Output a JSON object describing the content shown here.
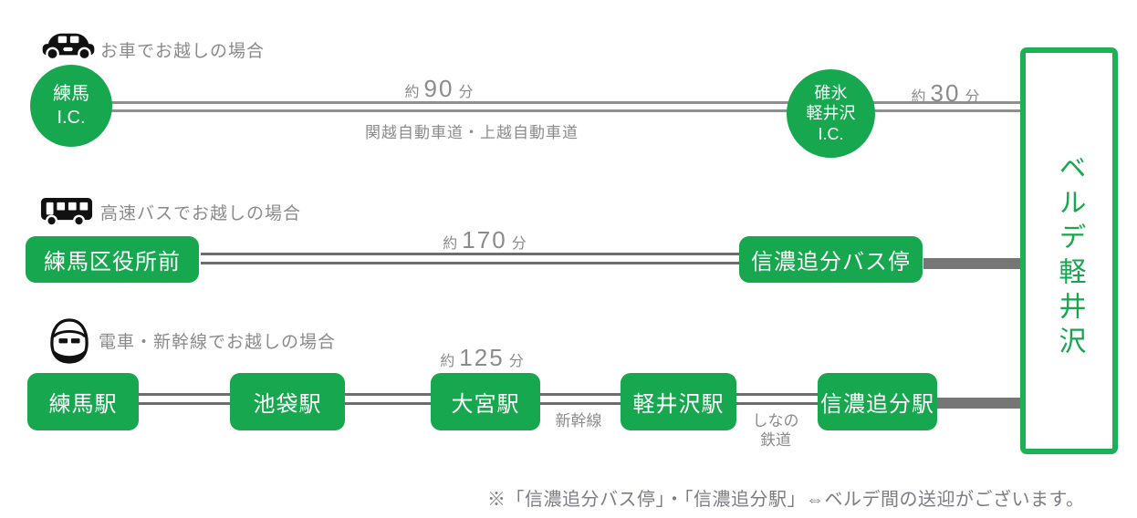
{
  "colors": {
    "node_green": "#17a74e",
    "border_green": "#1db156",
    "heading_gray": "#8a8a8a",
    "line_gray": "#8f8f8f",
    "connector_gray": "#6d6d6d",
    "bar_gray": "#767676",
    "icon_black": "#111111"
  },
  "car": {
    "icon": "car-icon",
    "heading": "お車でお越しの場合",
    "origin": {
      "line1": "練馬",
      "line2": "I.C."
    },
    "interchange": {
      "line1": "碓氷",
      "line2": "軽井沢",
      "line3": "I.C."
    },
    "leg1": {
      "prefix": "約",
      "minutes": "90",
      "suffix": "分",
      "via": "関越自動車道・上越自動車道"
    },
    "leg2": {
      "prefix": "約",
      "minutes": "30",
      "suffix": "分"
    }
  },
  "bus": {
    "icon": "bus-icon",
    "heading": "高速バスでお越しの場合",
    "origin": "練馬区役所前",
    "stop": "信濃追分バス停",
    "leg": {
      "prefix": "約",
      "minutes": "170",
      "suffix": "分"
    }
  },
  "train": {
    "icon": "shinkansen-icon",
    "heading": "電車・新幹線でお越しの場合",
    "stations": [
      "練馬駅",
      "池袋駅",
      "大宮駅",
      "軽井沢駅",
      "信濃追分駅"
    ],
    "leg": {
      "prefix": "約",
      "minutes": "125",
      "suffix": "分"
    },
    "shinkansen_label": "新幹線",
    "shinano_label_line1": "しなの",
    "shinano_label_line2": "鉄道"
  },
  "destination": {
    "label": "ベルデ軽井沢"
  },
  "note": {
    "text": "※「信濃追分バス停」・「信濃追分駅」⇔ベルデ間の送迎がございます。"
  }
}
